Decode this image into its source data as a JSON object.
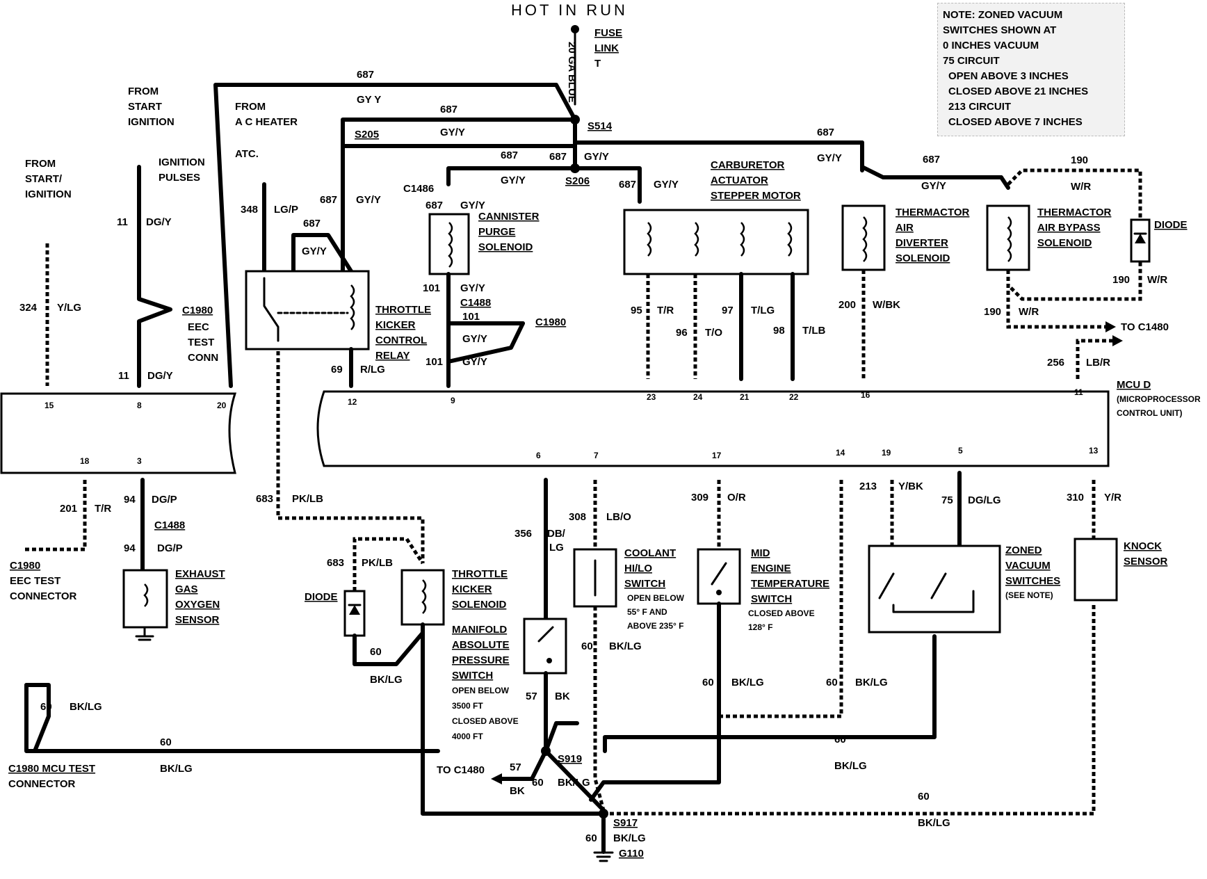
{
  "title": "HOT  IN  RUN",
  "note": [
    "NOTE: ZONED VACUUM",
    "SWITCHES SHOWN AT",
    "0 INCHES VACUUM",
    "75 CIRCUIT",
    "OPEN ABOVE 3 INCHES",
    "CLOSED ABOVE 21 INCHES",
    "213 CIRCUIT",
    "CLOSED ABOVE 7 INCHES"
  ],
  "fuse": {
    "gauge": "20 GA BLUE",
    "label": [
      "FUSE",
      "LINK",
      "T"
    ]
  },
  "splices": {
    "s514": "S514",
    "s205": "S205",
    "s206": "S206",
    "s919": "S919",
    "s917": "S917",
    "g110": "G110"
  },
  "connectors": {
    "c1486": "C1486",
    "c1488": "C1488",
    "c1980": "C1980",
    "c1480": "C1480"
  },
  "labels": {
    "from_start_ignition_1": [
      "FROM",
      "START",
      "IGNITION"
    ],
    "from_start_ignition_2": [
      "FROM",
      "START/",
      "IGNITION"
    ],
    "ignition_pulses": [
      "IGNITION",
      "PULSES"
    ],
    "from_ac_heater": [
      "FROM",
      "A C  HEATER"
    ],
    "atc": "ATC.",
    "eec_test_conn": [
      "EEC",
      "TEST",
      "CONN"
    ],
    "eec_test_connector": [
      "EEC TEST",
      "CONNECTOR"
    ],
    "mcu_test_connector": [
      "C1980 MCU TEST",
      "CONNECTOR"
    ],
    "to_c1480_top": "TO C1480",
    "to_c1480_bottom": "TO C1480"
  },
  "components": {
    "throttle_kicker_relay": [
      "THROTTLE",
      "KICKER",
      "CONTROL",
      "RELAY"
    ],
    "cannister_purge": [
      "CANNISTER",
      "PURGE",
      "SOLENOID"
    ],
    "carb_actuator": [
      "CARBURETOR",
      "ACTUATOR",
      "STEPPER MOTOR"
    ],
    "thermactor_diverter": [
      "THERMACTOR",
      "AIR",
      "DIVERTER",
      "SOLENOID"
    ],
    "thermactor_bypass": [
      "THERMACTOR",
      "AIR BYPASS",
      "SOLENOID"
    ],
    "diode_top": "DIODE",
    "mcu": [
      "MCU D",
      "(MICROPROCESSOR",
      "CONTROL UNIT)"
    ],
    "ego_sensor": [
      "EXHAUST",
      "GAS",
      "OXYGEN",
      "SENSOR"
    ],
    "diode_bottom": "DIODE",
    "throttle_kicker_solenoid": [
      "THROTTLE",
      "KICKER",
      "SOLENOID"
    ],
    "map_switch": [
      "MANIFOLD",
      "ABSOLUTE",
      "PRESSURE",
      "SWITCH"
    ],
    "map_switch_note": [
      "OPEN BELOW",
      "3500 FT",
      "CLOSED ABOVE",
      "4000 FT"
    ],
    "coolant_switch": [
      "COOLANT",
      "HI/LO",
      "SWITCH"
    ],
    "coolant_note": [
      "OPEN BELOW",
      "55° F AND",
      "ABOVE 235° F"
    ],
    "mid_engine_switch": [
      "MID",
      "ENGINE",
      "TEMPERATURE",
      "SWITCH"
    ],
    "mid_engine_note": [
      "CLOSED ABOVE",
      "128° F"
    ],
    "zoned_vacuum": [
      "ZONED",
      "VACUUM",
      "SWITCHES"
    ],
    "zoned_note": "(SEE NOTE)",
    "knock_sensor": [
      "KNOCK",
      "SENSOR"
    ]
  },
  "mcu_pins_top": [
    "15",
    "8",
    "20",
    "12",
    "9",
    "23",
    "24",
    "21",
    "22",
    "16",
    "11"
  ],
  "mcu_pins_bottom": [
    "18",
    "3",
    "6",
    "7",
    "17",
    "14",
    "19",
    "5",
    "13"
  ],
  "circuits": {
    "c687": "687",
    "gyy": "GY/Y",
    "gy_y_spaced": "GY Y",
    "c348": "348",
    "lgp": "LG/P",
    "c324": "324",
    "ylg": "Y/LG",
    "c11": "11",
    "dgy": "DG/Y",
    "c101": "101",
    "c69": "69",
    "rlg": "R/LG",
    "c95": "95",
    "tr": "T/R",
    "c96": "96",
    "to": "T/O",
    "c97": "97",
    "tlg": "T/LG",
    "c98": "98",
    "tlb": "T/LB",
    "c200": "200",
    "wbk": "W/BK",
    "c190": "190",
    "wr": "W/R",
    "c256": "256",
    "lbr": "LB/R",
    "c201": "201",
    "tr2": "T/R",
    "c94": "94",
    "dgp": "DG/P",
    "c683": "683",
    "pklb": "PK/LB",
    "c356": "356",
    "dblg": "DB/",
    "dblg2": "LG",
    "c308": "308",
    "lbo": "LB/O",
    "c309": "309",
    "or": "O/R",
    "c213": "213",
    "ybk": "Y/BK",
    "c75": "75",
    "dglg": "DG/LG",
    "c310": "310",
    "yr": "Y/R",
    "c60": "60",
    "bklg": "BK/LG",
    "c57": "57",
    "bk": "BK"
  }
}
